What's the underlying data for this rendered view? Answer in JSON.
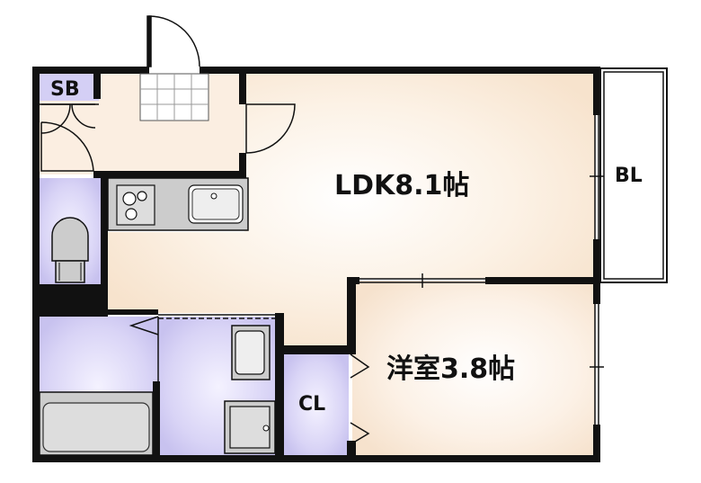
{
  "rooms": {
    "ldk": "LDK8.1帖",
    "western": "洋室3.8帖",
    "balcony": "BL",
    "closet": "CL",
    "shoe_box": "SB"
  },
  "colors": {
    "wall": "#111111",
    "floor_ldk": "#f9ead8",
    "floor_room": "#fbeee1",
    "wet_area": "#cfcaf2",
    "fixture": "#cccccc",
    "fixture_dark": "#555555"
  }
}
